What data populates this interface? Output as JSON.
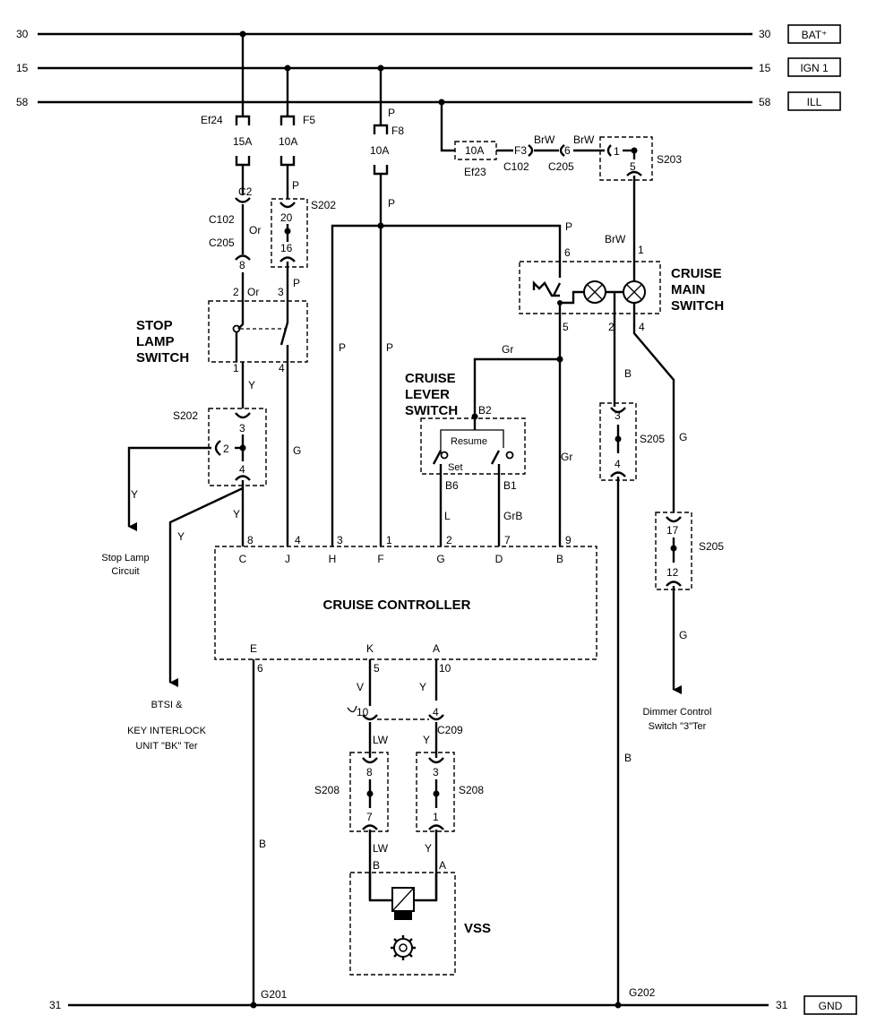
{
  "rails": {
    "r30": {
      "left": "30",
      "right": "30",
      "tag": "BAT⁺"
    },
    "r15": {
      "left": "15",
      "right": "15",
      "tag": "IGN 1"
    },
    "r58": {
      "left": "58",
      "right": "58",
      "tag": "ILL"
    },
    "r31": {
      "left": "31",
      "right": "31",
      "tag": "GND"
    }
  },
  "fuses": {
    "ef24": {
      "name": "Ef24",
      "rating": "15A"
    },
    "f5": {
      "name": "F5",
      "rating": "10A"
    },
    "f8": {
      "name": "F8",
      "rating": "10A"
    },
    "ef23": {
      "name": "Ef23",
      "rating": "10A"
    },
    "f3": {
      "name": "F3"
    }
  },
  "components": {
    "stop_lamp_switch": [
      "STOP",
      "LAMP",
      "SWITCH"
    ],
    "cruise_main_switch": [
      "CRUISE",
      "MAIN",
      "SWITCH"
    ],
    "cruise_lever_switch": [
      "CRUISE",
      "LEVER",
      "SWITCH"
    ],
    "resume": "Resume",
    "set": "Set",
    "cruise_controller": "CRUISE CONTROLLER",
    "vss": "VSS"
  },
  "connectors": {
    "c102": "C102",
    "c205": "C205",
    "c209": "C209",
    "s202": "S202",
    "s203": "S203",
    "s205": "S205",
    "s208": "S208",
    "g201": "G201",
    "g202": "G202",
    "c2": "C2"
  },
  "wires": {
    "or": "Or",
    "p": "P",
    "y": "Y",
    "g": "G",
    "gr": "Gr",
    "grb": "GrB",
    "l": "L",
    "b": "B",
    "brw": "BrW",
    "v": "V",
    "lw": "LW"
  },
  "pins": {
    "n1": "1",
    "n2": "2",
    "n3": "3",
    "n4": "4",
    "n5": "5",
    "n6": "6",
    "n7": "7",
    "n8": "8",
    "n9": "9",
    "n10": "10",
    "n12": "12",
    "n16": "16",
    "n17": "17",
    "n20": "20",
    "b1": "B1",
    "b2": "B2",
    "b6": "B6",
    "tA": "A",
    "tB": "B",
    "tC": "C",
    "tD": "D",
    "tE": "E",
    "tF": "F",
    "tG": "G",
    "tH": "H",
    "tJ": "J",
    "tK": "K"
  },
  "notes": {
    "stop_lamp_circuit": [
      "Stop Lamp",
      "Circuit"
    ],
    "btsi": [
      "BTSI &",
      "KEY INTERLOCK",
      "UNIT \"BK\" Ter"
    ],
    "dimmer": [
      "Dimmer Control",
      "Switch \"3\"Ter"
    ]
  }
}
